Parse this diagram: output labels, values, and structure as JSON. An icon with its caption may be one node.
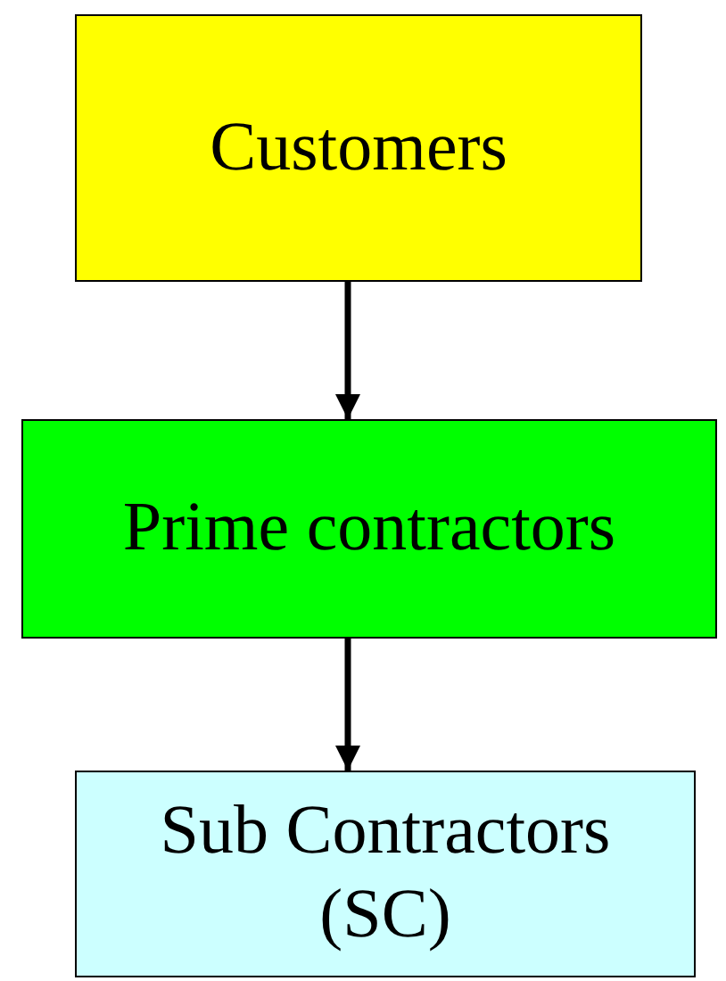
{
  "diagram": {
    "nodes": [
      {
        "text": [
          "Customers"
        ]
      },
      {
        "text": [
          "Prime contractors"
        ]
      },
      {
        "text": [
          "Sub Contractors (SC)"
        ]
      }
    ],
    "edges": [
      {
        "from": 0,
        "to": 1,
        "arrow": "to"
      },
      {
        "from": 1,
        "to": 2,
        "arrow": "to"
      }
    ]
  }
}
